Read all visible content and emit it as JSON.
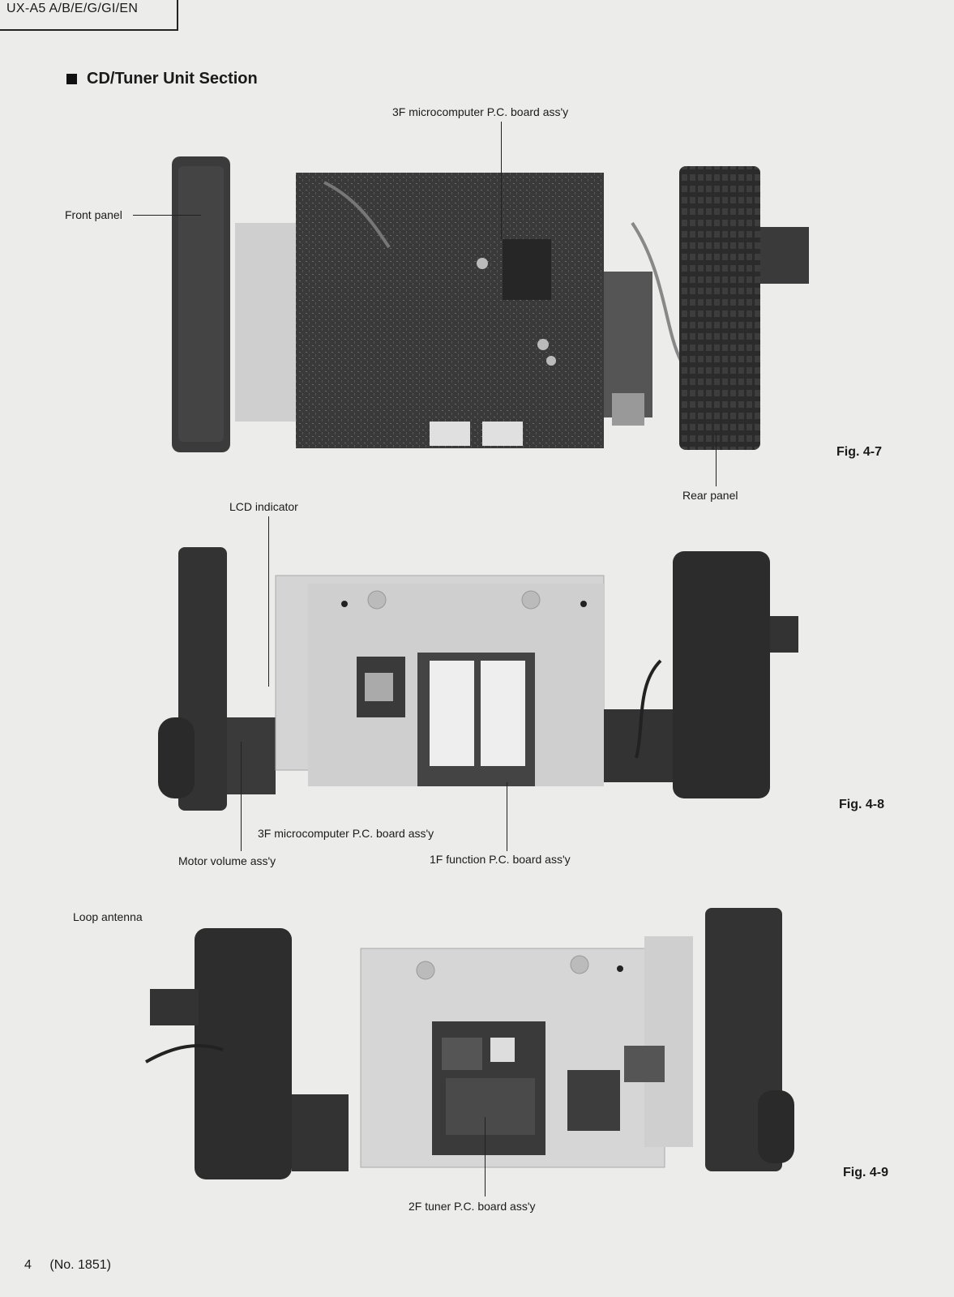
{
  "header": {
    "model": "UX-A5 A/B/E/G/GI/EN",
    "section_title": "CD/Tuner Unit Section"
  },
  "figures": [
    {
      "id": "Fig. 4-7",
      "labels": {
        "top": "3F microcomputer P.C. board ass'y",
        "left": "Front panel",
        "right": "Rear panel"
      }
    },
    {
      "id": "Fig. 4-8",
      "labels": {
        "top": "LCD indicator",
        "bottom_left_upper": "3F microcomputer P.C. board ass'y",
        "bottom_left": "Motor volume ass'y",
        "bottom_right": "1F function P.C. board ass'y"
      }
    },
    {
      "id": "Fig. 4-9",
      "labels": {
        "top_left": "Loop antenna",
        "bottom": "2F tuner P.C. board ass'y"
      }
    }
  ],
  "footer": {
    "page": "4",
    "doc_no": "(No. 1851)"
  }
}
